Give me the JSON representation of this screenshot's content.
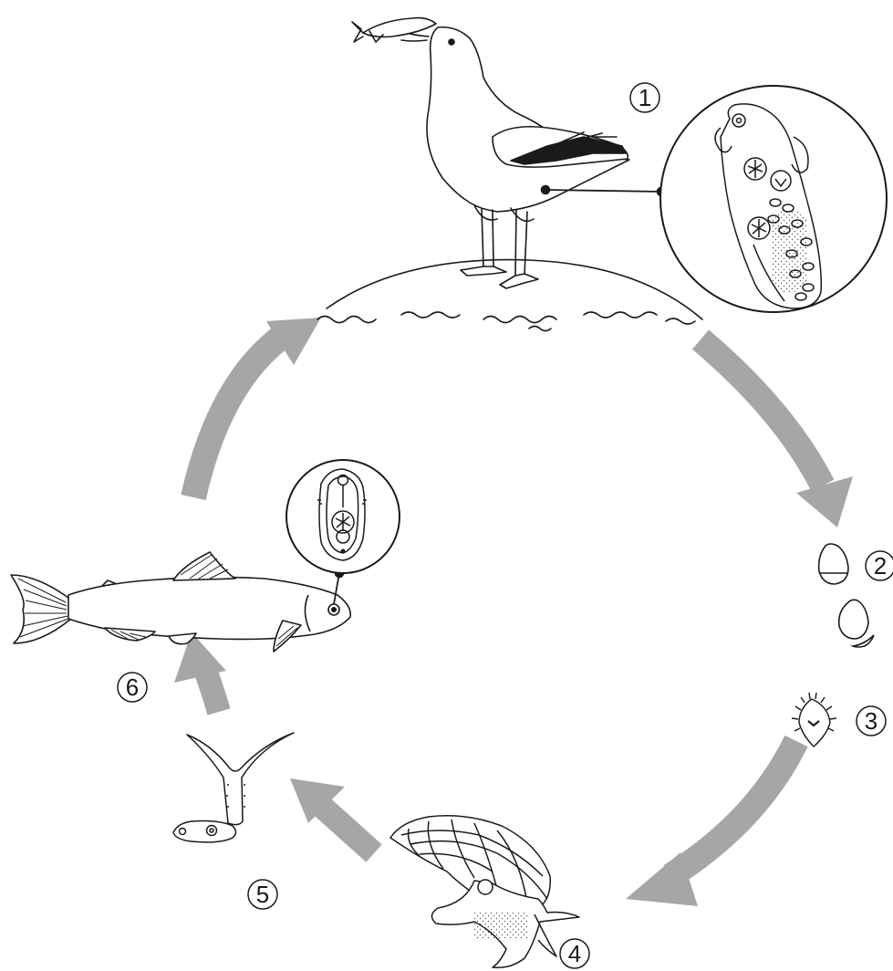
{
  "colors": {
    "arrow": "#a6a6a6",
    "ink": "#1a1a1a",
    "paper": "#ffffff",
    "stipple": "#555555"
  },
  "stages": [
    {
      "number": "1",
      "subject": "gull-definitive-host"
    },
    {
      "number": "2",
      "subject": "eggs"
    },
    {
      "number": "3",
      "subject": "miracidium"
    },
    {
      "number": "4",
      "subject": "snail-intermediate-host"
    },
    {
      "number": "5",
      "subject": "cercaria"
    },
    {
      "number": "6",
      "subject": "fish-second-intermediate-host"
    }
  ]
}
